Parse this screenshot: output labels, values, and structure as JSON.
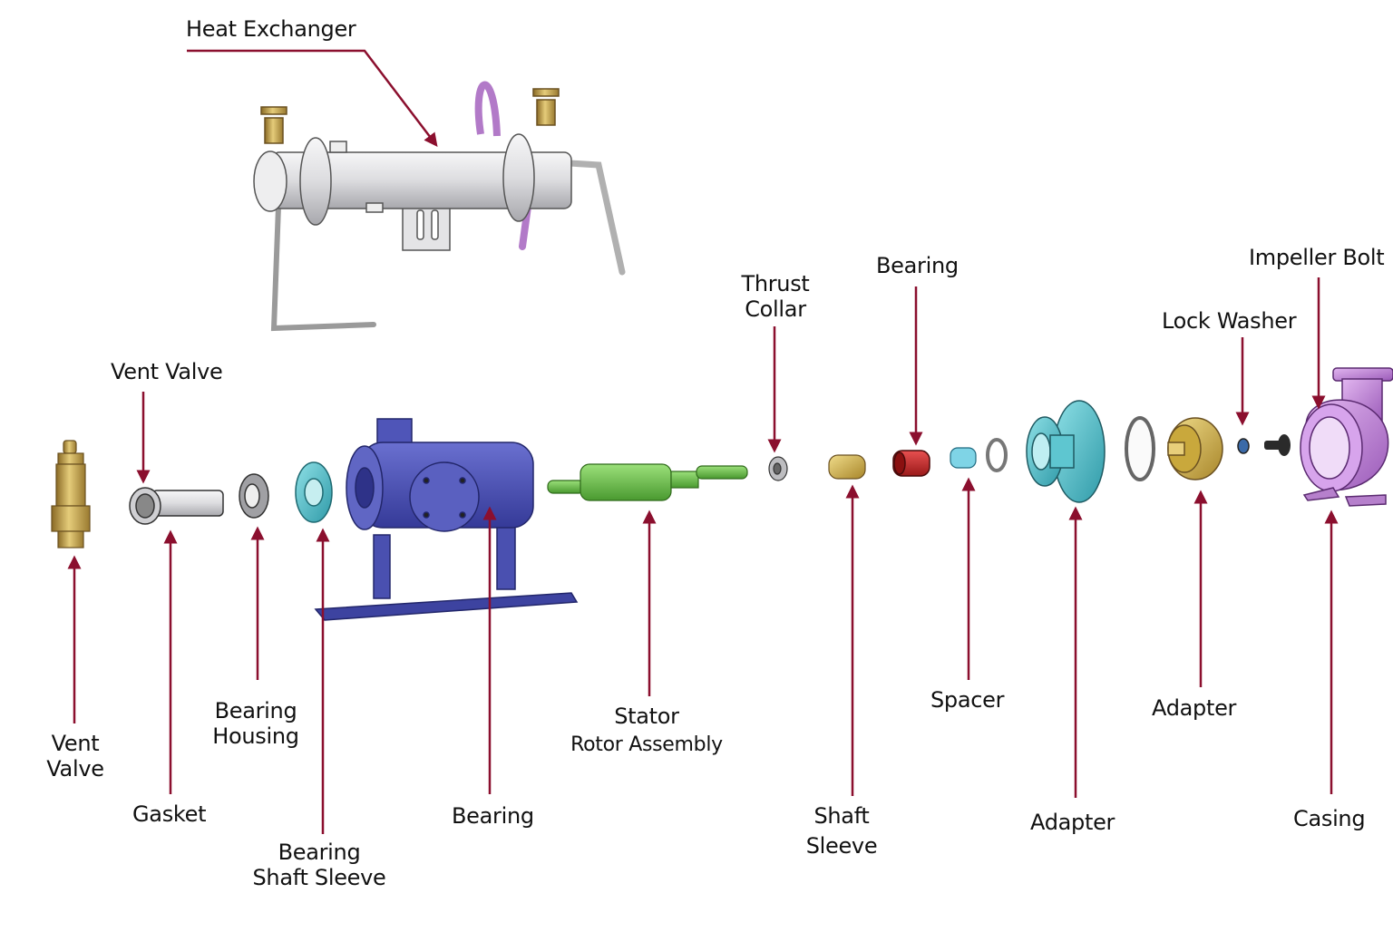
{
  "diagram": {
    "title": "Pump exploded view",
    "leader_color": "#8b0f2e",
    "components": {
      "heat_exchanger": {
        "label": "Heat Exchanger",
        "color": "#e6e6e8"
      },
      "vent_valve_top": {
        "label": "Vent Valve"
      },
      "vent_valve": {
        "line1": "Vent",
        "line2": "Valve",
        "color": "#c8a650"
      },
      "gasket": {
        "label": "Gasket",
        "color": "#a9abae"
      },
      "bearing_housing": {
        "line1": "Bearing",
        "line2": "Housing",
        "color": "#9ea0a4"
      },
      "bearing_shaft_sleeve": {
        "line1": "Bearing",
        "line2": "Shaft Sleeve",
        "color": "#5ec6c9"
      },
      "bearing_main": {
        "label": "Bearing",
        "color": "#4a4fb0"
      },
      "stator": {
        "line1": "Stator",
        "line2": "Rotor Assembly",
        "color": "#6cc24a"
      },
      "thrust_collar": {
        "line1": "Thrust",
        "line2": "Collar",
        "color": "#b0b0b0"
      },
      "shaft_sleeve": {
        "line1": "Shaft",
        "line2": "Sleeve",
        "color": "#d9b94f"
      },
      "bearing_red": {
        "label": "Bearing",
        "color": "#c92a2a"
      },
      "spacer": {
        "label": "Spacer",
        "color": "#6fd0e0"
      },
      "adapter_hub": {
        "label": "Adapter",
        "color": "#45b8c8"
      },
      "adapter_impeller": {
        "label": "Adapter",
        "color": "#c9a83c"
      },
      "lock_washer": {
        "label": "Lock Washer",
        "color": "#3a6aa8"
      },
      "impeller_bolt": {
        "label": "Impeller Bolt",
        "color": "#2a2a2a"
      },
      "casing": {
        "label": "Casing",
        "color": "#c08ad8"
      }
    }
  }
}
